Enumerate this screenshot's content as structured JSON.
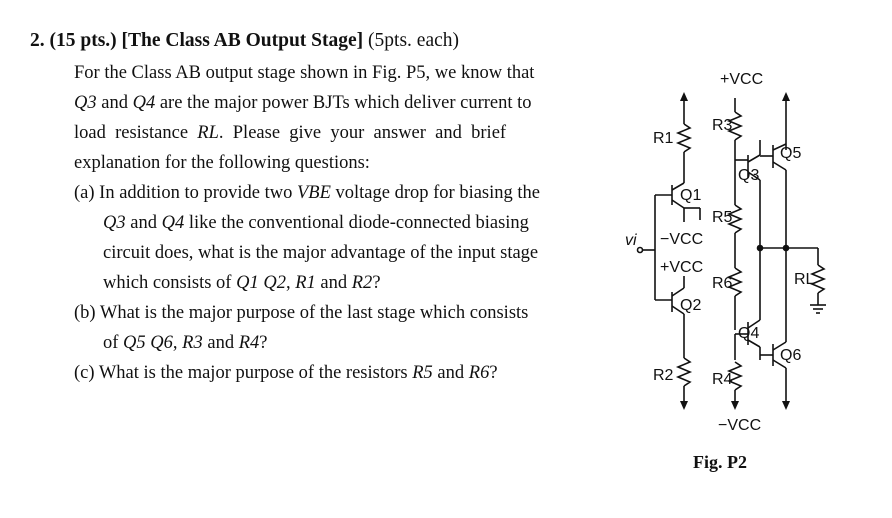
{
  "problem": {
    "number": "2.",
    "points": "(15 pts.)",
    "title": "[The Class AB Output Stage]",
    "each": "(5pts. each)"
  },
  "intro": {
    "l1": "For the Class AB output stage shown in Fig. P5, we know that",
    "l2_q3": "Q3",
    "l2_and": " and ",
    "l2_q4": "Q4",
    "l2_rest": " are the major power BJTs which deliver current to",
    "l3_pre": "load  resistance  ",
    "l3_rl": "RL",
    "l3_post": ".  Please  give  your  answer  and  brief",
    "l4": "explanation for the following questions:"
  },
  "question_a": {
    "l1_pre": "(a) In addition to provide two ",
    "l1_vbe": "VBE",
    "l1_post": " voltage drop for biasing the",
    "l2_q3": "Q3",
    "l2_and": " and ",
    "l2_q4": "Q4",
    "l2_post": " like the conventional diode-connected biasing",
    "l3": "circuit does, what is the major advantage of the input stage",
    "l4_pre": "which consists of ",
    "l4_q1": "Q1",
    "l4_q2": "Q2",
    "l4_r1": "R1",
    "l4_and": " and ",
    "l4_r2": "R2",
    "l4_q": "?"
  },
  "question_b": {
    "l1": "(b) What is the major purpose of the last stage which consists",
    "l2_pre": "of ",
    "l2_q5": "Q5",
    "l2_q6": "Q6",
    "l2_r3": "R3",
    "l2_and": " and ",
    "l2_r4": "R4",
    "l2_q": "?"
  },
  "question_c": {
    "l1_pre": "(c) What is the major purpose of the resistors ",
    "l1_r5": "R5",
    "l1_and": " and ",
    "l1_r6": "R6",
    "l1_q": "?"
  },
  "circuit": {
    "vcc_top": "+VCC",
    "vcc_bottom": "−VCC",
    "vi": "vi",
    "mid_neg": "−VCC",
    "mid_pos": "+VCC",
    "r1": "R1",
    "r2": "R2",
    "r3": "R3",
    "r4": "R4",
    "r5": "R5",
    "r6": "R6",
    "rl": "RL",
    "q1": "Q1",
    "q2": "Q2",
    "q3": "Q3",
    "q4": "Q4",
    "q5": "Q5",
    "q6": "Q6"
  },
  "figure_caption": "Fig. P2"
}
